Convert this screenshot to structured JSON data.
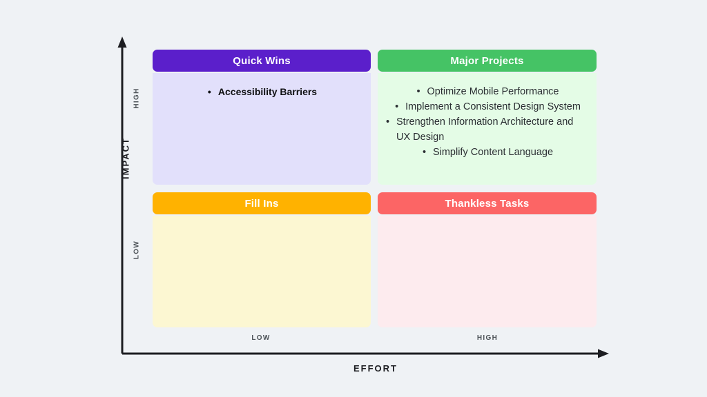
{
  "axes": {
    "y": {
      "title": "IMPACT",
      "ticks": [
        "HIGH",
        "LOW"
      ]
    },
    "x": {
      "title": "EFFORT",
      "ticks": [
        "LOW",
        "HIGH"
      ]
    }
  },
  "colors": {
    "background": "#eff2f5",
    "axis": "#1c1d21",
    "quick_wins_header": "#5b1fcb",
    "quick_wins_body": "#e2e0fb",
    "major_projects_header": "#45c365",
    "major_projects_body": "#e4fce6",
    "fill_ins_header": "#ffb200",
    "fill_ins_body": "#fcf7d2",
    "thankless_header": "#fc6565",
    "thankless_body": "#fdebee"
  },
  "quadrants": [
    {
      "id": "quick-wins",
      "title": "Quick Wins",
      "items": [
        "Accessibility Barriers"
      ]
    },
    {
      "id": "major-projects",
      "title": "Major Projects",
      "items": [
        "Optimize Mobile Performance",
        "Implement a Consistent Design System",
        "Strengthen Information Architecture and UX Design",
        "Simplify Content Language"
      ]
    },
    {
      "id": "fill-ins",
      "title": "Fill Ins",
      "items": []
    },
    {
      "id": "thankless-tasks",
      "title": "Thankless Tasks",
      "items": []
    }
  ],
  "chart_data": {
    "type": "table",
    "title": "",
    "xlabel": "EFFORT",
    "ylabel": "IMPACT",
    "x_categories": [
      "LOW",
      "HIGH"
    ],
    "y_categories": [
      "HIGH",
      "LOW"
    ],
    "cells": [
      {
        "effort": "LOW",
        "impact": "HIGH",
        "label": "Quick Wins",
        "items": [
          "Accessibility Barriers"
        ]
      },
      {
        "effort": "HIGH",
        "impact": "HIGH",
        "label": "Major Projects",
        "items": [
          "Optimize Mobile Performance",
          "Implement a Consistent Design System",
          "Strengthen Information Architecture and UX Design",
          "Simplify Content Language"
        ]
      },
      {
        "effort": "LOW",
        "impact": "LOW",
        "label": "Fill Ins",
        "items": []
      },
      {
        "effort": "HIGH",
        "impact": "LOW",
        "label": "Thankless Tasks",
        "items": []
      }
    ]
  }
}
